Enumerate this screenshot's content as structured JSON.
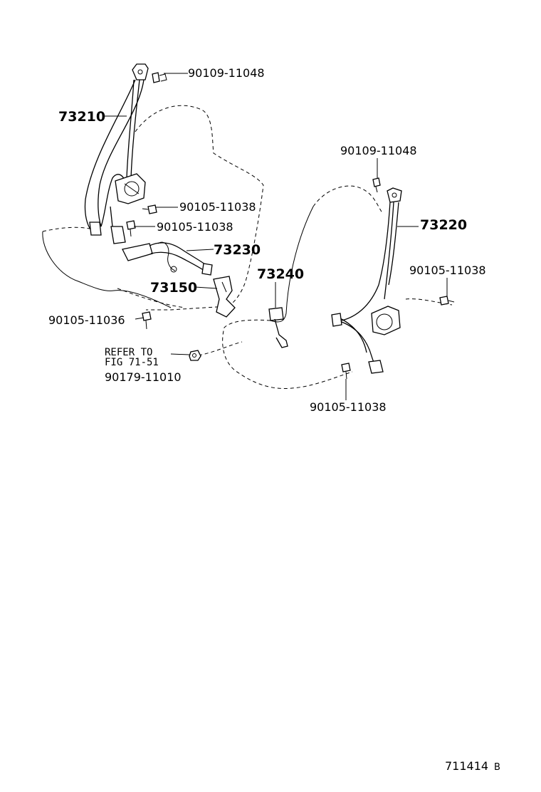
{
  "labels": {
    "p73210": "73210",
    "p73220": "73220",
    "p73230": "73230",
    "p73240": "73240",
    "p73150": "73150",
    "bolt_top_left": "90109-11048",
    "bolt_top_right": "90109-11048",
    "bolt_retractor_left": "90105-11038",
    "bolt_anchor_left": "90105-11038",
    "bolt_right_side": "90105-11038",
    "bolt_bottom_right": "90105-11038",
    "bolt_bottom_left": "90105-11036",
    "refer_line1": "REFER TO",
    "refer_line2": "FIG  71-51",
    "nut_part": "90179-11010",
    "figure_code": "711414",
    "figure_suffix": "B"
  }
}
